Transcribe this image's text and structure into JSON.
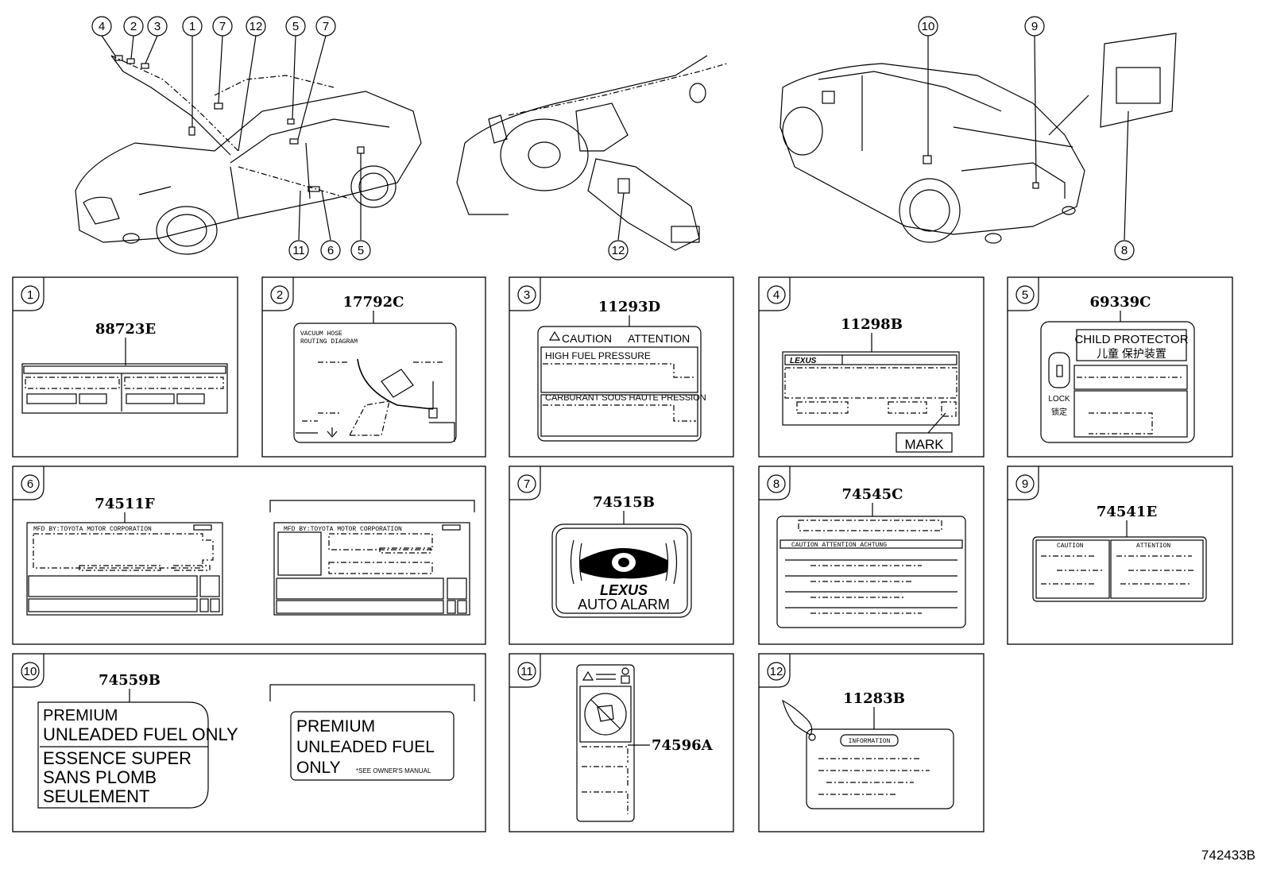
{
  "diagram_id": "742433B",
  "callouts_top": {
    "car_front": [
      "4",
      "2",
      "3",
      "1",
      "7",
      "12",
      "5",
      "7"
    ],
    "car_front_bottom": [
      "11",
      "6",
      "5"
    ],
    "interior_bottom": [
      "12"
    ],
    "car_rear": [
      "10",
      "9"
    ],
    "car_rear_bottom": [
      "8"
    ]
  },
  "panels": [
    {
      "num": "1",
      "part": "88723E"
    },
    {
      "num": "2",
      "part": "17792C",
      "lines": [
        "VACUUM HOSE",
        "ROUTING DIAGRAM"
      ]
    },
    {
      "num": "3",
      "part": "11293D",
      "lines": [
        "CAUTION",
        "ATTENTION",
        "HIGH  FUEL PRESSURE",
        "CARBURANT SOUS HAUTE PRESSION"
      ]
    },
    {
      "num": "4",
      "part": "11298B",
      "lines": [
        "LEXUS",
        "MARK"
      ]
    },
    {
      "num": "5",
      "part": "69339C",
      "lines": [
        "CHILD  PROTECTOR",
        "儿童  保护装置",
        "LOCK",
        "锁定"
      ]
    },
    {
      "num": "6",
      "part": "74511F",
      "lines": [
        "MFD BY:TOYOTA MOTOR CORPORATION",
        "MFD BY:TOYOTA MOTOR CORPORATION"
      ]
    },
    {
      "num": "7",
      "part": "74515B",
      "lines": [
        "LEXUS",
        "AUTO ALARM"
      ]
    },
    {
      "num": "8",
      "part": "74545C",
      "lines": [
        "CAUTION  ATTENTION  ACHTUNG"
      ]
    },
    {
      "num": "9",
      "part": "74541E",
      "lines": [
        "CAUTION",
        "ATTENTION"
      ]
    },
    {
      "num": "10",
      "part": "74559B",
      "lines": [
        "PREMIUM",
        "UNLEADED FUEL ONLY",
        "ESSENCE SUPER",
        "SANS PLOMB",
        "SEULEMENT",
        "PREMIUM",
        "UNLEADED FUEL",
        "ONLY",
        "*SEE OWNER'S MANUAL"
      ]
    },
    {
      "num": "11",
      "part": "74596A"
    },
    {
      "num": "12",
      "part": "11283B",
      "lines": [
        "INFORMATION"
      ]
    }
  ]
}
